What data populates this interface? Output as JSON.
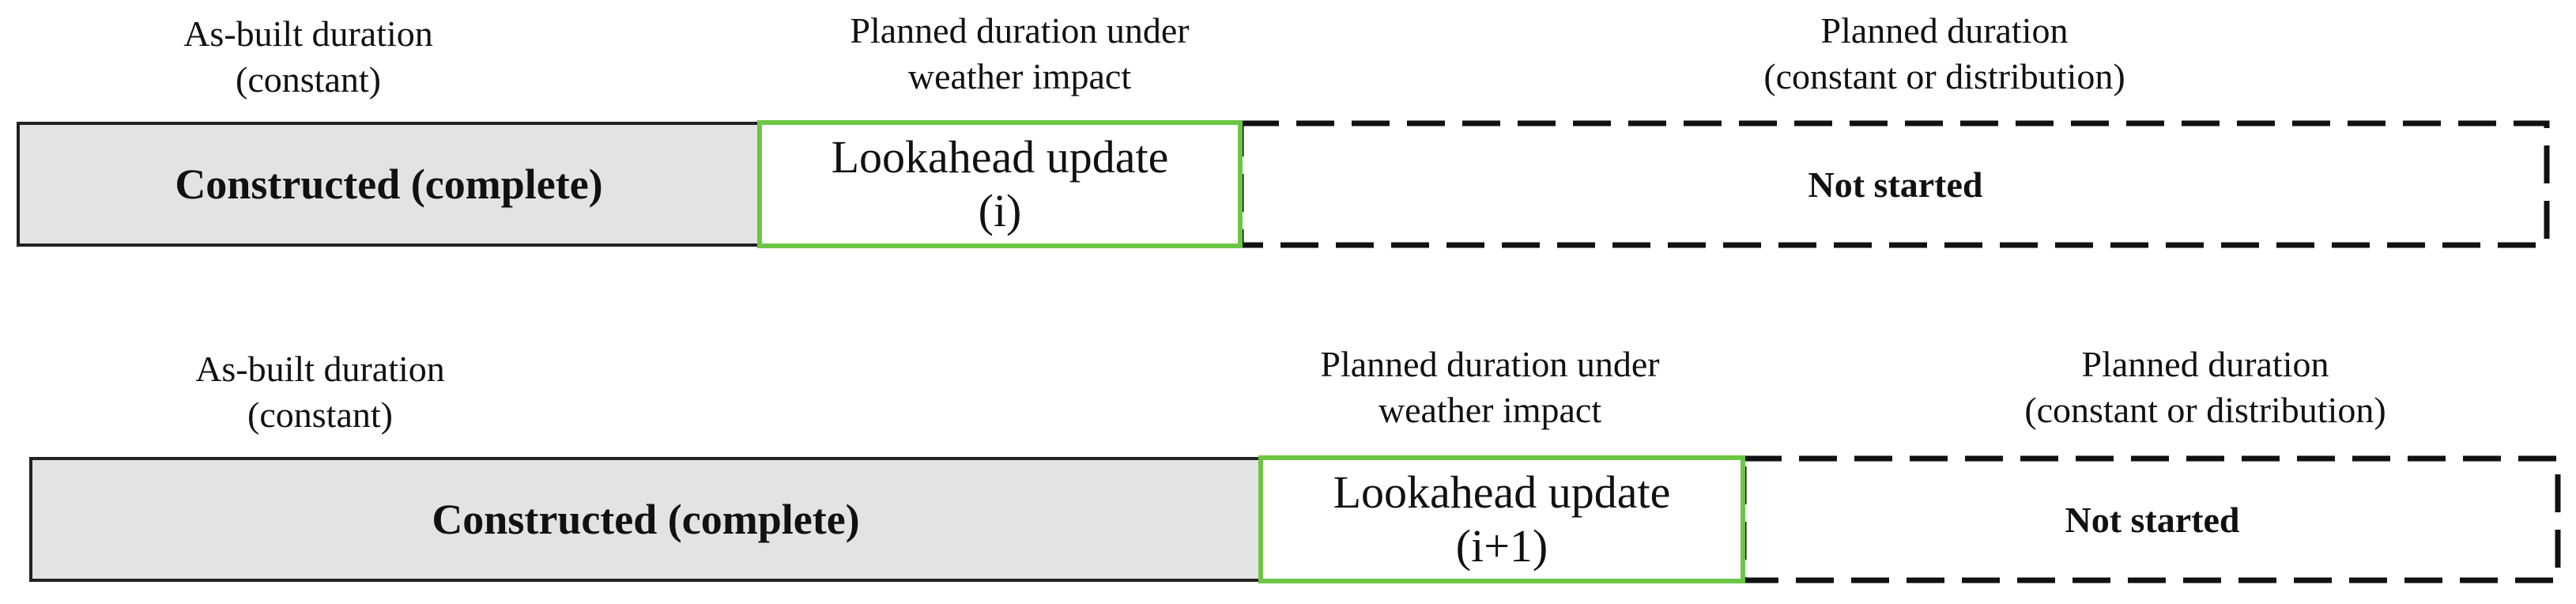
{
  "colors": {
    "constructed_fill": "#e3e3e3",
    "lookahead_border": "#6cc644",
    "outline": "#111111"
  },
  "rows": [
    {
      "asbuilt_label": [
        "As-built duration",
        "(constant)"
      ],
      "weather_label": [
        "Planned duration under",
        "weather impact"
      ],
      "planned_label": [
        "Planned duration",
        "(constant or distribution)"
      ],
      "constructed_text": "Constructed (complete)",
      "lookahead_text": [
        "Lookahead update",
        "(i)"
      ],
      "not_started_text": "Not started"
    },
    {
      "asbuilt_label": [
        "As-built duration",
        "(constant)"
      ],
      "weather_label": [
        "Planned duration under",
        "weather impact"
      ],
      "planned_label": [
        "Planned duration",
        "(constant or distribution)"
      ],
      "constructed_text": "Constructed (complete)",
      "lookahead_text": [
        "Lookahead update",
        "(i+1)"
      ],
      "not_started_text": "Not started"
    }
  ]
}
